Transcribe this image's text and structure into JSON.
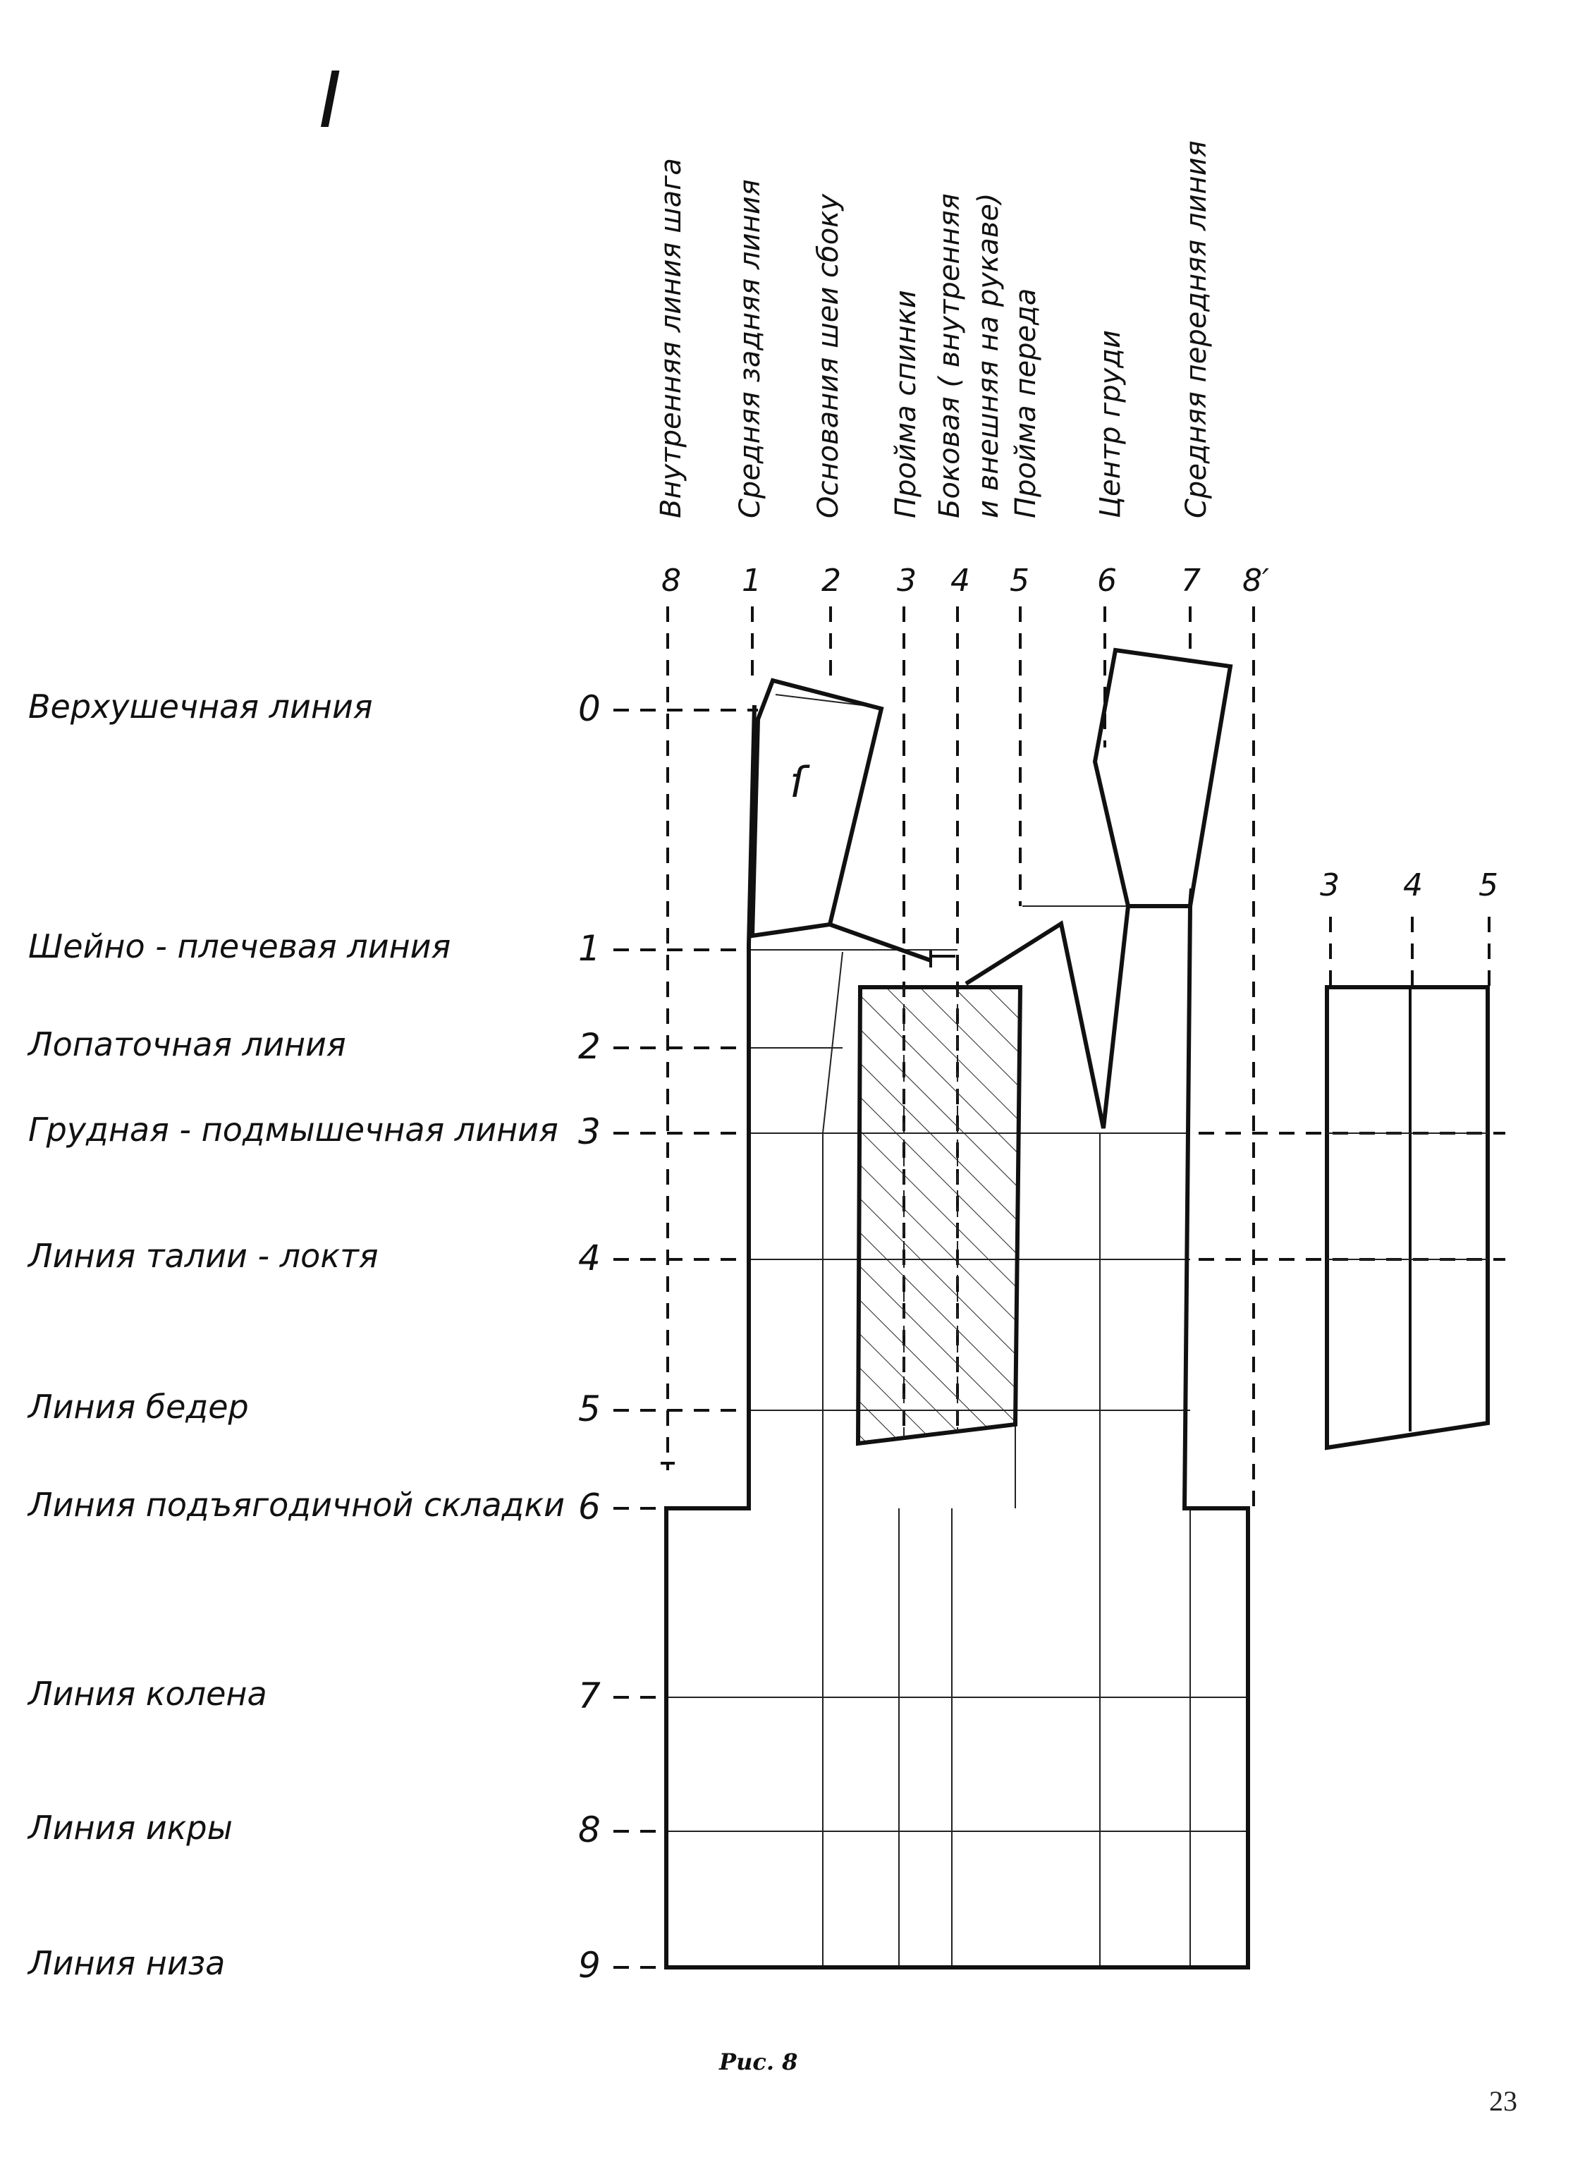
{
  "figure": {
    "caption": "Рис. 8",
    "page_number": "23",
    "top_mark": "I",
    "piece_mark": "ſ",
    "rows": [
      {
        "label": "Верхушечная линия",
        "num": "0"
      },
      {
        "label": "Шейно - плечевая линия",
        "num": "1"
      },
      {
        "label": "Лопаточная линия",
        "num": "2"
      },
      {
        "label": "Грудная - подмышечная линия",
        "num": "3"
      },
      {
        "label": "Линия талии - локтя",
        "num": "4"
      },
      {
        "label": "Линия бедер",
        "num": "5"
      },
      {
        "label": "Линия подъягодичной складки",
        "num": "6"
      },
      {
        "label": "Линия колена",
        "num": "7"
      },
      {
        "label": "Линия икры",
        "num": "8"
      },
      {
        "label": "Линия низа",
        "num": "9"
      }
    ],
    "columns": [
      {
        "num": "8",
        "title": [
          "Внутренняя линия шага"
        ]
      },
      {
        "num": "1",
        "title": [
          "Средняя задняя линия"
        ]
      },
      {
        "num": "2",
        "title": [
          "Основания шеи сбоку"
        ]
      },
      {
        "num": "3",
        "title": [
          "Пройма спинки"
        ]
      },
      {
        "num": "4",
        "title": [
          "Боковая ( внутренняя",
          "и внешняя на рукаве)"
        ]
      },
      {
        "num": "5",
        "title": [
          "Пройма переда"
        ]
      },
      {
        "num": "6",
        "title": [
          "Центр груди"
        ]
      },
      {
        "num": "7",
        "title": [
          "Средняя передняя линия"
        ]
      },
      {
        "num": "8′",
        "title": []
      }
    ],
    "sleeve_columns": [
      "3",
      "4",
      "5"
    ]
  }
}
